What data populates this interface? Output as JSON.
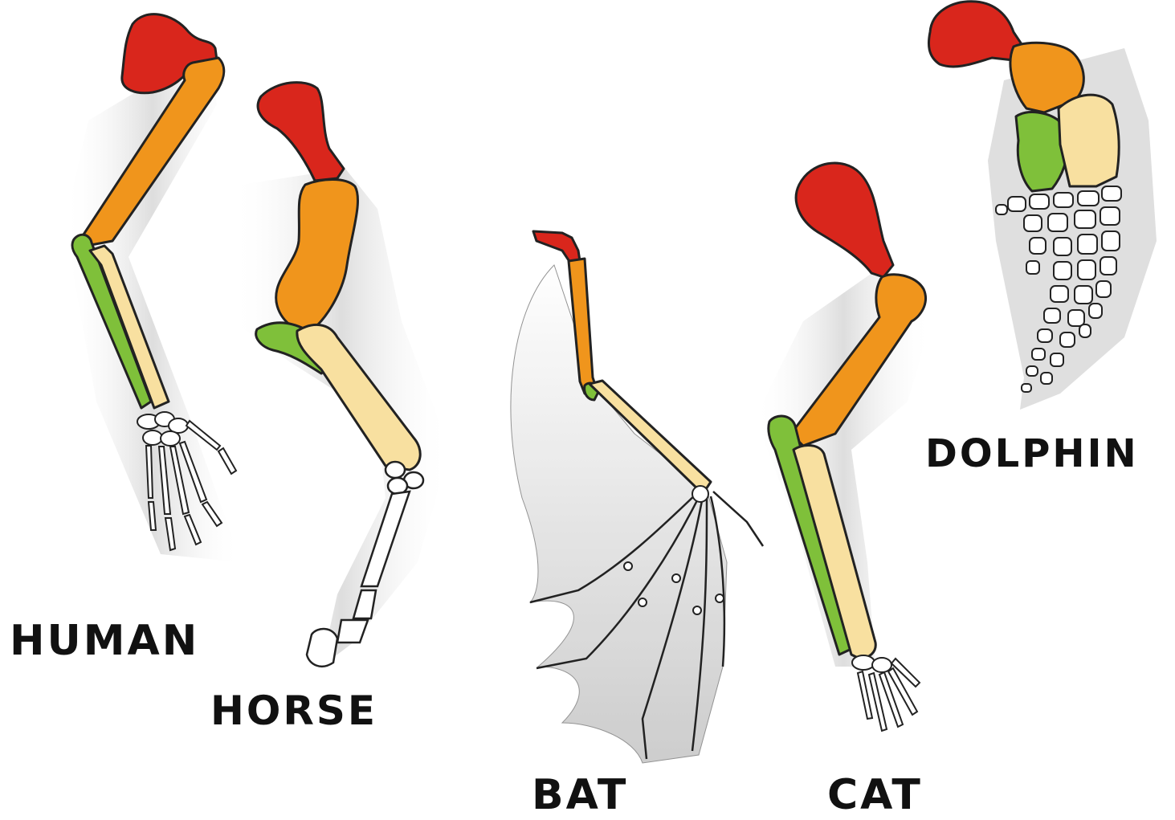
{
  "labels": {
    "human": "HUMAN",
    "horse": "HORSE",
    "bat": "BAT",
    "cat": "CAT",
    "dolphin": "DOLPHIN"
  },
  "colors": {
    "scapula": "#d9261c",
    "humerus": "#f0951c",
    "radius": "#f8e0a0",
    "ulna": "#7fc03a",
    "phalanges": "#ffffff",
    "shadow": "#d6d6d6",
    "outline": "#222222"
  }
}
